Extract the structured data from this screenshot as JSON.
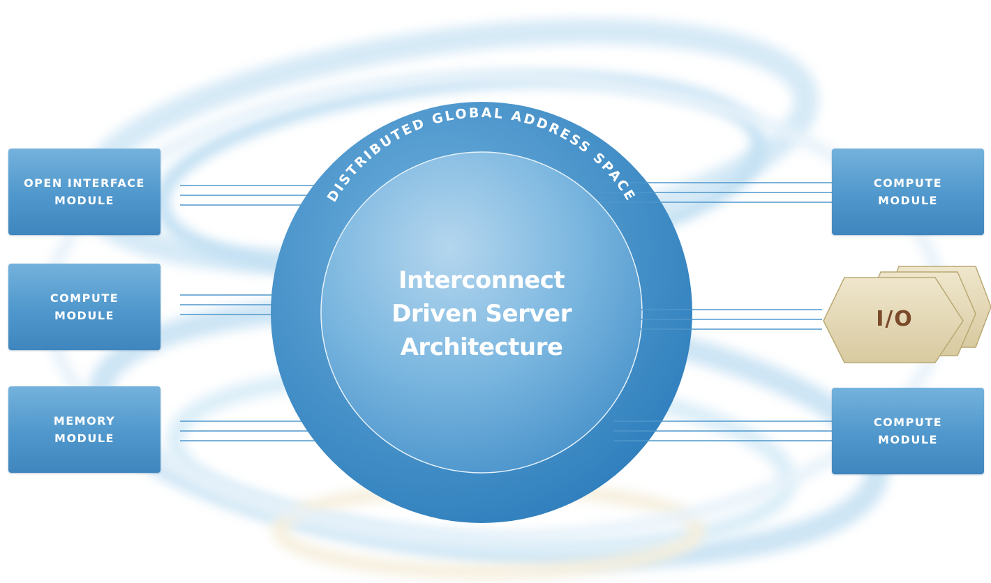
{
  "diagram": {
    "center": {
      "ring_label": "DISTRIBUTED GLOBAL ADDRESS SPACE",
      "title_lines": [
        "Interconnect",
        "Driven Server",
        "Architecture"
      ]
    },
    "left_modules": [
      {
        "label": "OPEN INTERFACE\nMODULE"
      },
      {
        "label": "COMPUTE\nMODULE"
      },
      {
        "label": "MEMORY\nMODULE"
      }
    ],
    "right_modules": [
      {
        "label": "COMPUTE\nMODULE"
      },
      {
        "label": "COMPUTE\nMODULE"
      }
    ],
    "io": {
      "label": "I/O"
    },
    "colors": {
      "module_blue": "#4f97cc",
      "ring_blue": "#3f8fc8",
      "inner_blue": "#7ab8e0",
      "io_tan": "#e3d8b8",
      "io_text": "#7a4a2a",
      "swirl_blue": "#bcdcf0"
    }
  }
}
